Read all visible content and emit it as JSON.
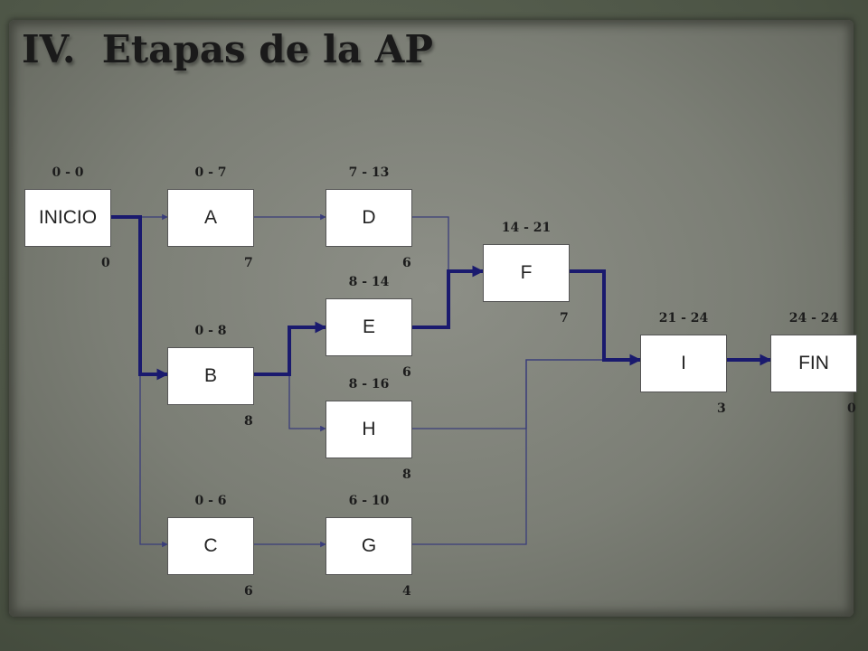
{
  "title": {
    "number": "IV.",
    "text": "Etapas de la AP"
  },
  "colors": {
    "thin_edge": "#3a3d7a",
    "critical_edge": "#1a1a6e",
    "node_fill": "#ffffff"
  },
  "nodes": [
    {
      "id": "INICIO",
      "label": "INICIO",
      "times": "0 - 0",
      "duration": "0"
    },
    {
      "id": "A",
      "label": "A",
      "times": "0 - 7",
      "duration": "7"
    },
    {
      "id": "D",
      "label": "D",
      "times": "7 - 13",
      "duration": "6"
    },
    {
      "id": "F",
      "label": "F",
      "times": "14 - 21",
      "duration": "7"
    },
    {
      "id": "E",
      "label": "E",
      "times": "8 - 14",
      "duration": "6"
    },
    {
      "id": "B",
      "label": "B",
      "times": "0 - 8",
      "duration": "8"
    },
    {
      "id": "H",
      "label": "H",
      "times": "8 - 16",
      "duration": "8"
    },
    {
      "id": "I",
      "label": "I",
      "times": "21 - 24",
      "duration": "3"
    },
    {
      "id": "FIN",
      "label": "FIN",
      "times": "24 - 24",
      "duration": "0"
    },
    {
      "id": "C",
      "label": "C",
      "times": "0 - 6",
      "duration": "6"
    },
    {
      "id": "G",
      "label": "G",
      "times": "6 - 10",
      "duration": "4"
    }
  ],
  "edges": [
    {
      "from": "INICIO",
      "to": "A",
      "critical": false
    },
    {
      "from": "INICIO",
      "to": "B",
      "critical": true
    },
    {
      "from": "INICIO",
      "to": "C",
      "critical": false
    },
    {
      "from": "A",
      "to": "D",
      "critical": false
    },
    {
      "from": "D",
      "to": "F",
      "critical": false
    },
    {
      "from": "B",
      "to": "E",
      "critical": true
    },
    {
      "from": "B",
      "to": "H",
      "critical": false
    },
    {
      "from": "E",
      "to": "F",
      "critical": true
    },
    {
      "from": "F",
      "to": "I",
      "critical": true
    },
    {
      "from": "H",
      "to": "I",
      "critical": false
    },
    {
      "from": "C",
      "to": "G",
      "critical": false
    },
    {
      "from": "G",
      "to": "I",
      "critical": false
    },
    {
      "from": "I",
      "to": "FIN",
      "critical": true
    }
  ]
}
